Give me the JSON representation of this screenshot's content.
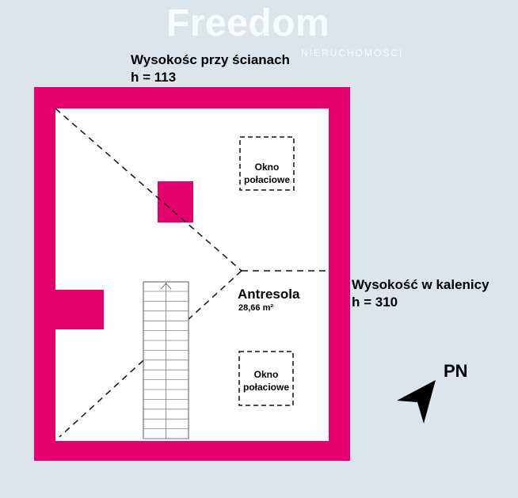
{
  "watermark": {
    "brand": "Freedom",
    "sub": "NIERUCHOMOŚCI"
  },
  "labels": {
    "wall_height_title": "Wysokośc przy ścianach",
    "wall_height_value": "h = 113",
    "ridge_height_title": "Wysokość w kalenicy",
    "ridge_height_value": "h = 310",
    "compass": "PN"
  },
  "room": {
    "name": "Antresola",
    "area": "28,66 m²"
  },
  "windows": [
    {
      "line1": "Okno",
      "line2": "połaciowe"
    },
    {
      "line1": "Okno",
      "line2": "połaciowe"
    }
  ],
  "colors": {
    "wall": "#e5006e",
    "floor": "#ffffff",
    "background": "#dde5ec"
  }
}
